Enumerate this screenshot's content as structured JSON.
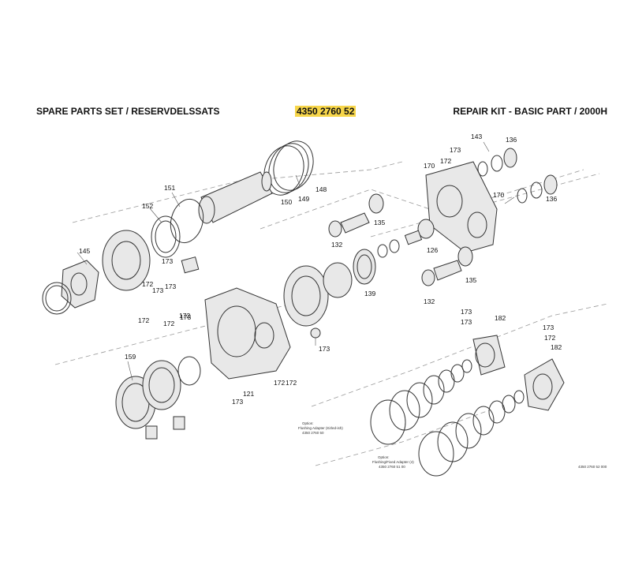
{
  "header": {
    "left_title": "SPARE PARTS SET / RESERVDELSSATS",
    "part_number": "4350 2760 52",
    "right_title": "REPAIR KIT - BASIC PART / 2000H"
  },
  "callouts": [
    "143",
    "136",
    "173",
    "170",
    "172",
    "170",
    "136",
    "148",
    "151",
    "149",
    "150",
    "152",
    "135",
    "145",
    "132",
    "126",
    "173",
    "172",
    "173",
    "172",
    "135",
    "139",
    "132",
    "173",
    "173",
    "172",
    "182",
    "172",
    "173",
    "159",
    "121",
    "172",
    "173",
    "173",
    "172",
    "182",
    "172",
    "173",
    "173"
  ],
  "notes": {
    "option1": [
      "Option:",
      "Flushing Adapter (Kirled-ish)",
      "4350 2760 50"
    ],
    "option2": [
      "Option:",
      "Flushing/Fixed Adapter (4)",
      "4350 2760 51 00"
    ],
    "drawing_number": "4350 2760 52 000"
  }
}
